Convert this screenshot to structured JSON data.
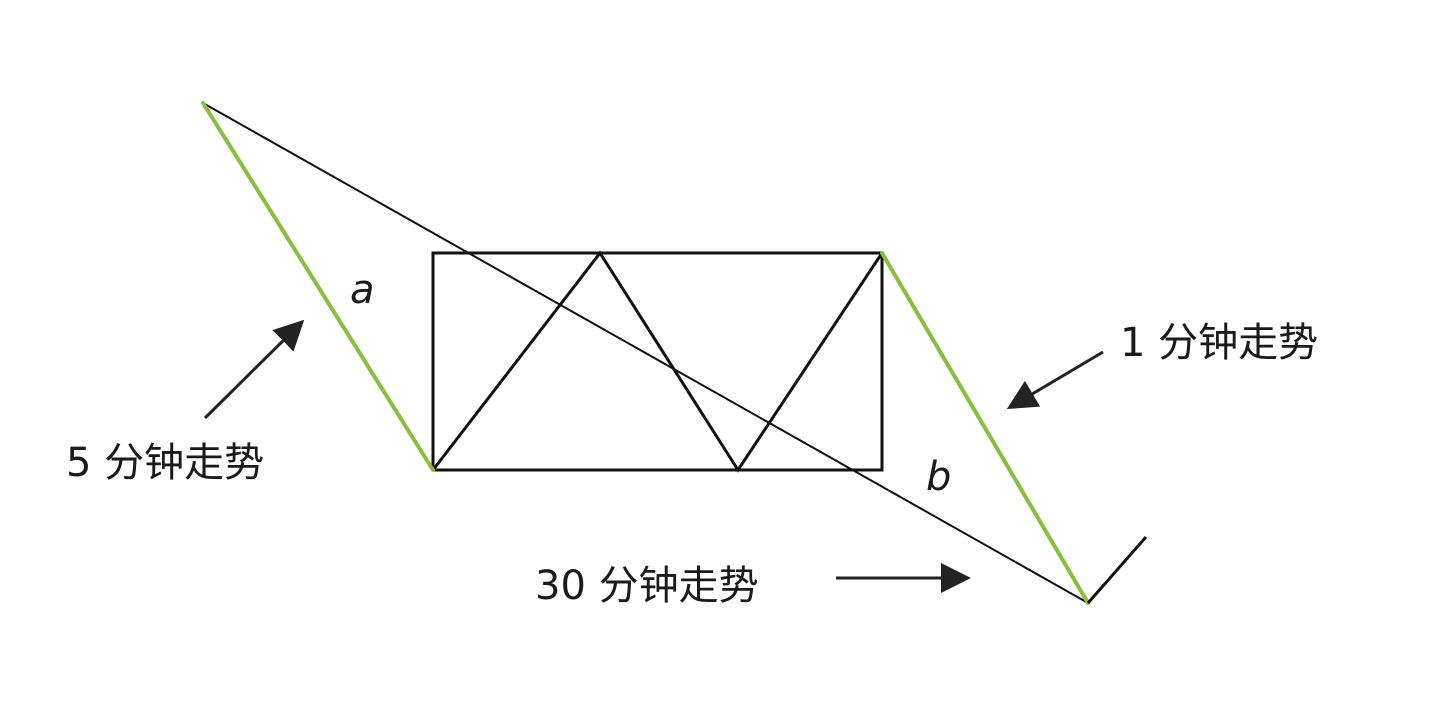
{
  "labels": {
    "five_min_trend": "5 分钟走势",
    "one_min_trend": "1 分钟走势",
    "thirty_min_trend": "30 分钟走势",
    "segment_a": "a",
    "segment_b": "b"
  },
  "colors": {
    "trend_line_green": "#86c03c",
    "stroke_black": "#111111",
    "background": "#ffffff"
  }
}
